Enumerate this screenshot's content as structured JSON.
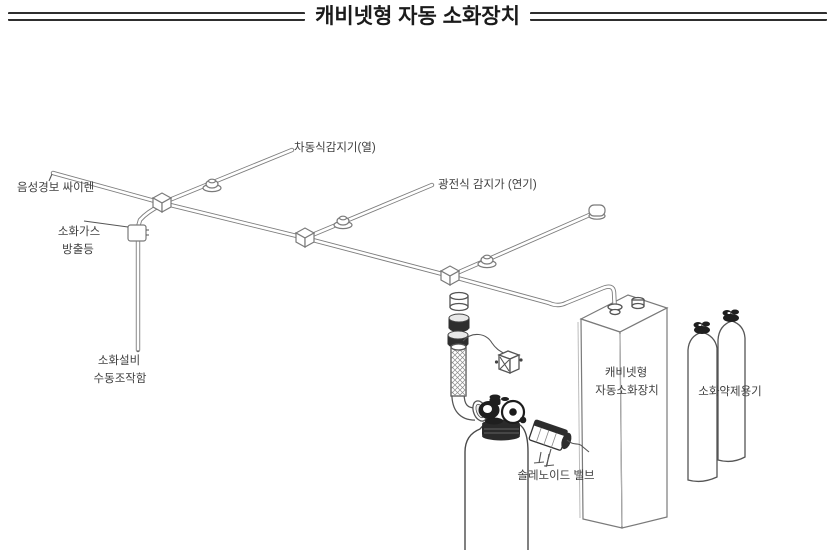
{
  "header": {
    "title": "캐비넷형 자동 소화장치"
  },
  "colors": {
    "pipe_line": "#7d7d7d",
    "label_text": "#3f3f3f",
    "title_text": "#1b1b1b",
    "dark_parts": "#1f1f1f",
    "background": "#ffffff"
  },
  "diagram": {
    "labels": {
      "heat_detector": "차동식감지기(열)",
      "smoke_detector": "광전식 감지가 (연기)",
      "voice_alarm_siren": "음성경보 싸이렌",
      "gas_discharge_lamp": [
        "소화가스",
        "방출등"
      ],
      "manual_control_box": [
        "소화설비",
        "수동조작함"
      ],
      "solenoid_valve": "솔레노이드 밸브",
      "cabinet_unit": [
        "캐비넷형",
        "자동소화장치"
      ],
      "agent_containers": "소화약제용기"
    }
  }
}
